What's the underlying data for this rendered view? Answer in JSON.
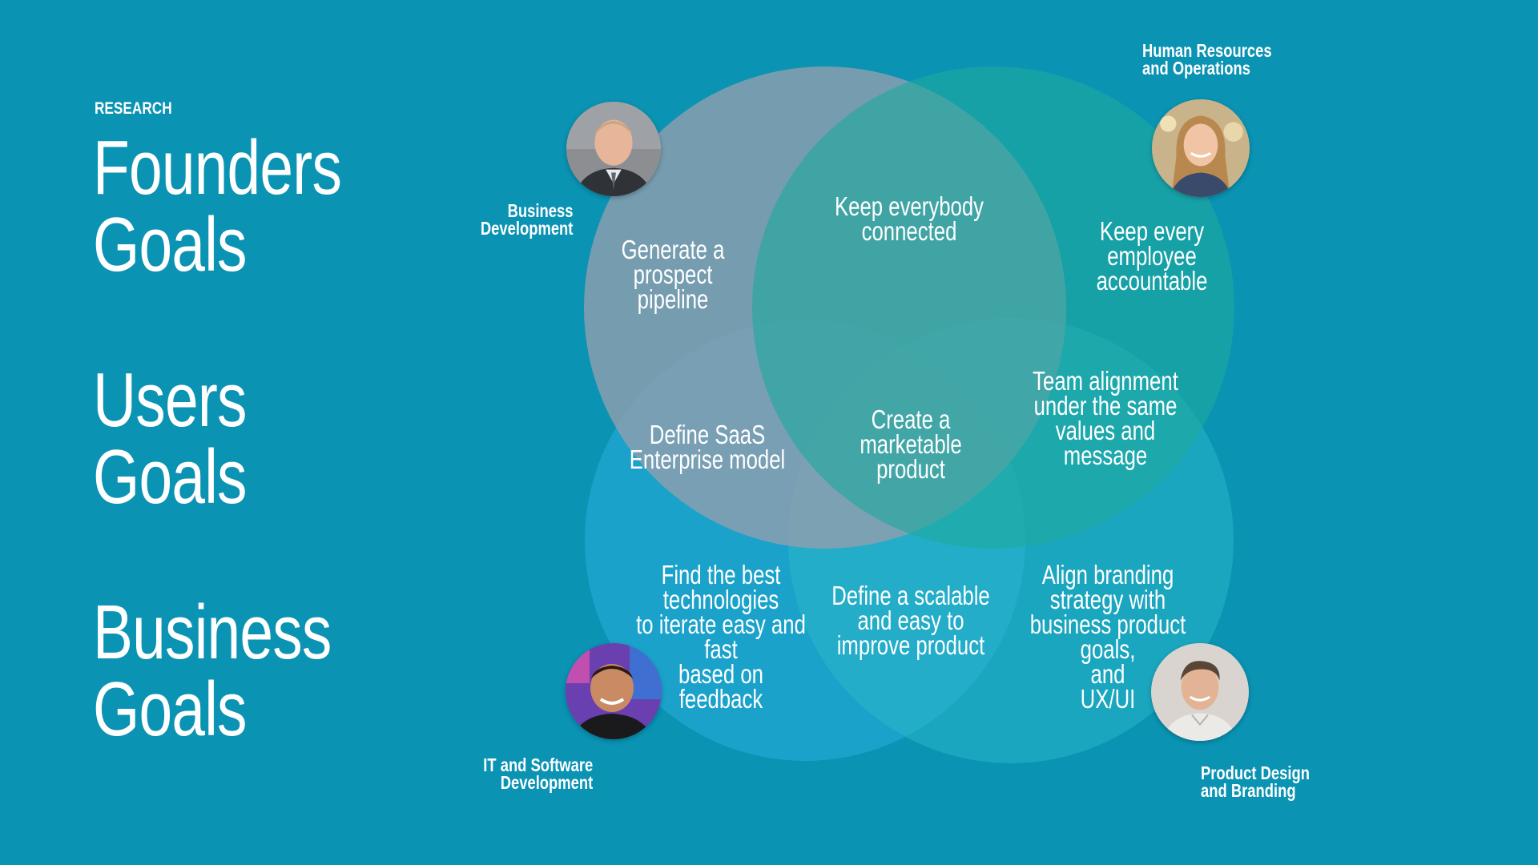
{
  "eyebrow": "RESEARCH",
  "goals": {
    "founders": [
      "Founders",
      "Goals"
    ],
    "users": [
      "Users",
      "Goals"
    ],
    "business": [
      "Business",
      "Goals"
    ]
  },
  "colors": {
    "background": "#0a93b3",
    "circle_business_development": "#8a9db0",
    "circle_human_resources": "#2aa7a6",
    "circle_it_software": "#1fa4cf",
    "circle_product_design": "#26b3c8"
  },
  "roles": {
    "business_development": [
      "Business",
      "Development"
    ],
    "human_resources": [
      "Human Resources",
      "and Operations"
    ],
    "it_software": [
      "IT and Software",
      "Development"
    ],
    "product_design": [
      "Product Design",
      "and Branding"
    ]
  },
  "regions": {
    "prospect_pipeline": [
      "Generate a",
      "prospect",
      "pipeline"
    ],
    "keep_connected": [
      "Keep everybody",
      "connected"
    ],
    "accountable": [
      "Keep every",
      "employee",
      "accountable"
    ],
    "team_alignment": [
      "Team alignment",
      "under the same",
      "values and",
      "message"
    ],
    "saas_model": [
      "Define SaaS",
      "Enterprise model"
    ],
    "marketable_product": [
      "Create a",
      "marketable",
      "product"
    ],
    "best_technologies": [
      "Find the best",
      "technologies",
      "to iterate easy and",
      "fast",
      "based on",
      "feedback"
    ],
    "scalable_product": [
      "Define a scalable",
      "and easy to",
      "improve product"
    ],
    "align_branding": [
      "Align branding",
      "strategy with",
      "business product",
      "goals,",
      "and",
      "UX/UI"
    ]
  },
  "avatars": {
    "business_development": "person-photo-icon",
    "human_resources": "person-photo-icon",
    "it_software": "person-photo-icon",
    "product_design": "person-photo-icon"
  }
}
